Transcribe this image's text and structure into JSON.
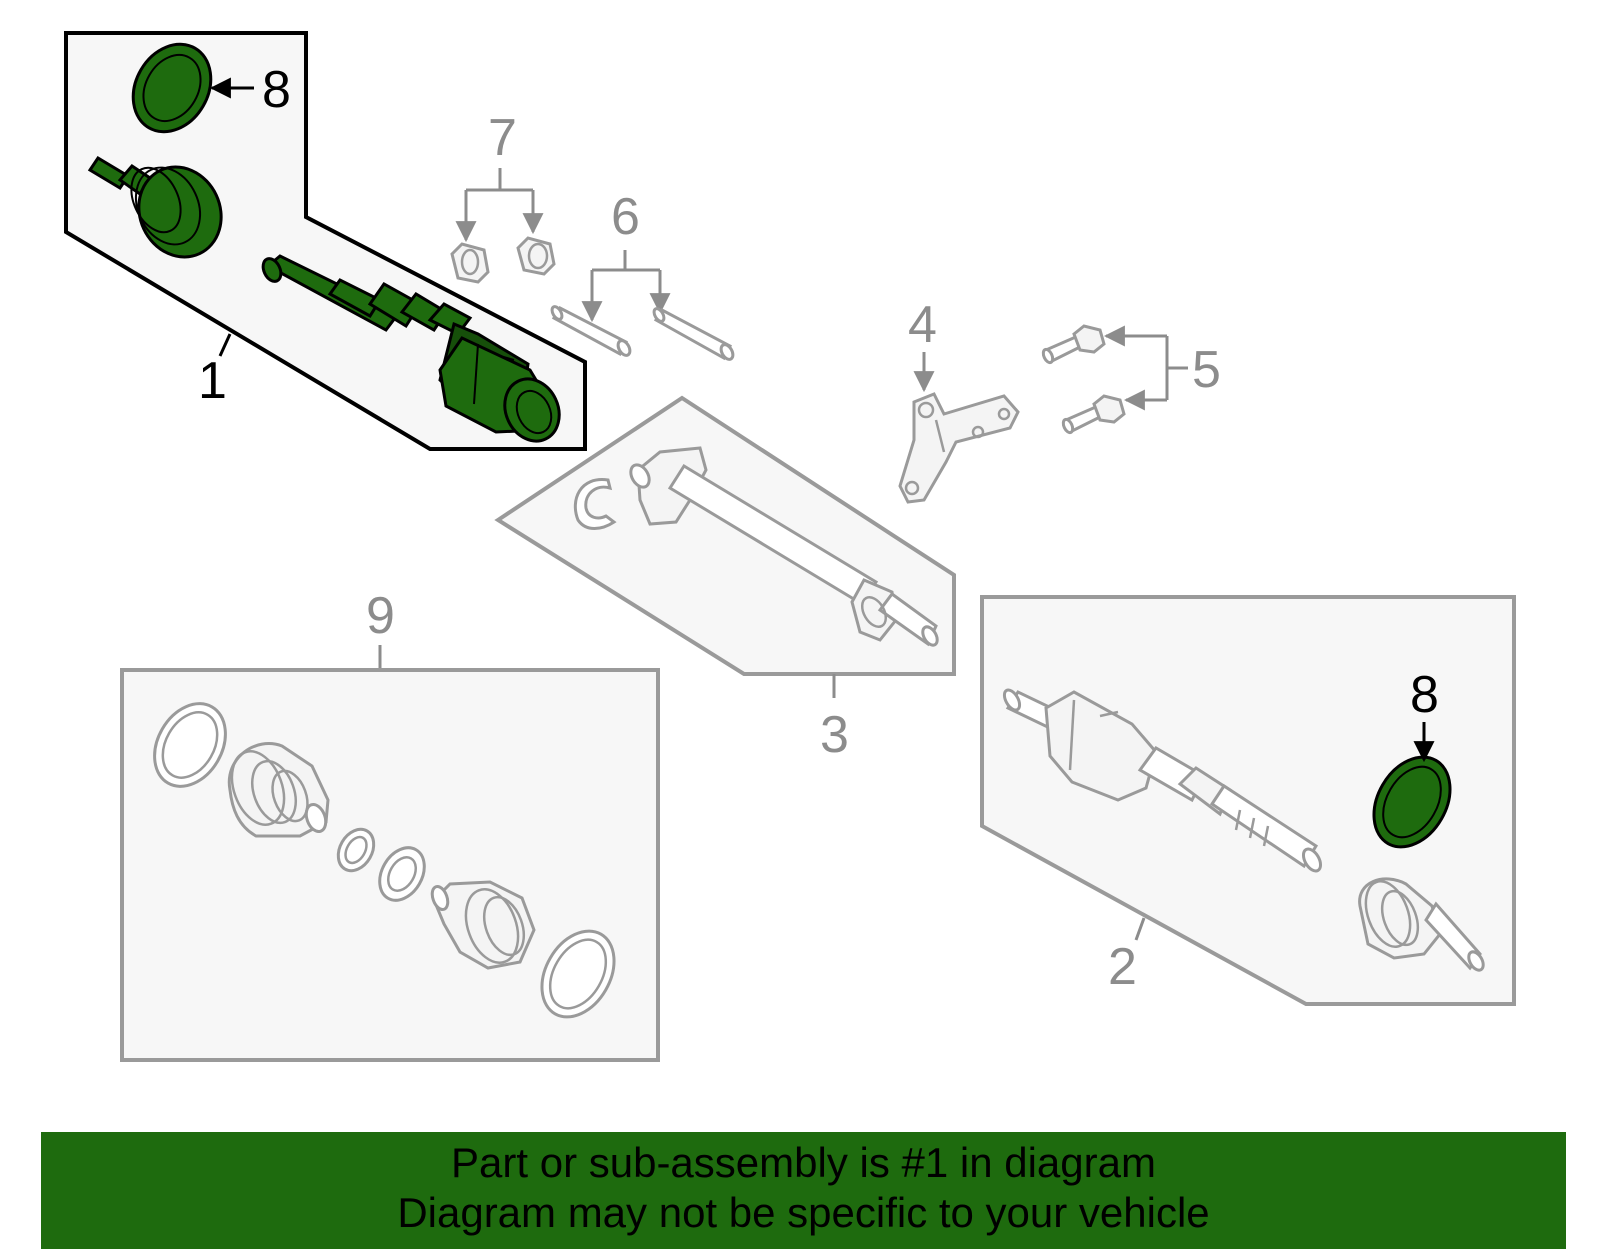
{
  "callouts": {
    "c1": "1",
    "c2": "2",
    "c3": "3",
    "c4": "4",
    "c5": "5",
    "c6": "6",
    "c7": "7",
    "c8_top": "8",
    "c8_right": "8",
    "c9": "9"
  },
  "banner": {
    "line1": "Part or sub-assembly is #1 in diagram",
    "line2": "Diagram may not be specific to your vehicle"
  },
  "colors": {
    "highlight": "#1e6b0e",
    "callout_highlight": "#000000",
    "callout_normal": "#8c8c8c",
    "outline_normal": "#9a9a9a"
  }
}
